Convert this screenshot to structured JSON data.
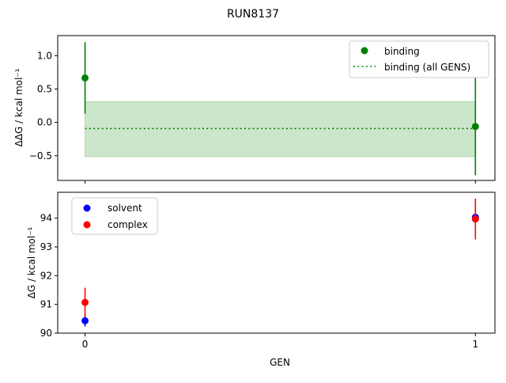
{
  "figure_title": "RUN8137",
  "chart_data": [
    {
      "type": "scatter",
      "panel": "top",
      "ylabel": "ΔΔG / kcal mol⁻¹",
      "xlabel": "",
      "xlim": [
        -0.07,
        1.05
      ],
      "ylim": [
        -0.87,
        1.3
      ],
      "yticks": [
        -0.5,
        0.0,
        0.5,
        1.0
      ],
      "ytick_labels": [
        "−0.5",
        "0.0",
        "0.5",
        "1.0"
      ],
      "xticks": [
        0,
        1
      ],
      "grid": false,
      "legend": "top-right",
      "series": [
        {
          "name": "binding",
          "color": "#008000",
          "x": [
            0,
            1
          ],
          "y": [
            0.666,
            -0.062
          ],
          "yerr": [
            0.535,
            0.73
          ]
        }
      ],
      "reference": {
        "name": "binding (all GENS)",
        "color": "#008000",
        "style": "dotted",
        "value": -0.092,
        "band": [
          -0.514,
          0.31
        ],
        "band_color": "#cce6cc"
      }
    },
    {
      "type": "scatter",
      "panel": "bottom",
      "ylabel": "ΔG / kcal mol⁻¹",
      "xlabel": "GEN",
      "xlim": [
        -0.07,
        1.05
      ],
      "ylim": [
        90.0,
        94.9
      ],
      "yticks": [
        90,
        91,
        92,
        93,
        94
      ],
      "ytick_labels": [
        "90",
        "91",
        "92",
        "93",
        "94"
      ],
      "xticks": [
        0,
        1
      ],
      "xtick_labels": [
        "0",
        "1"
      ],
      "grid": false,
      "legend": "top-left",
      "series": [
        {
          "name": "solvent",
          "color": "#0000ff",
          "x": [
            0,
            1
          ],
          "y": [
            90.43,
            94.03
          ],
          "yerr": [
            0.2,
            0.05
          ]
        },
        {
          "name": "complex",
          "color": "#ff0000",
          "x": [
            0,
            1
          ],
          "y": [
            91.07,
            93.97
          ],
          "yerr": [
            0.51,
            0.71
          ]
        }
      ]
    }
  ]
}
